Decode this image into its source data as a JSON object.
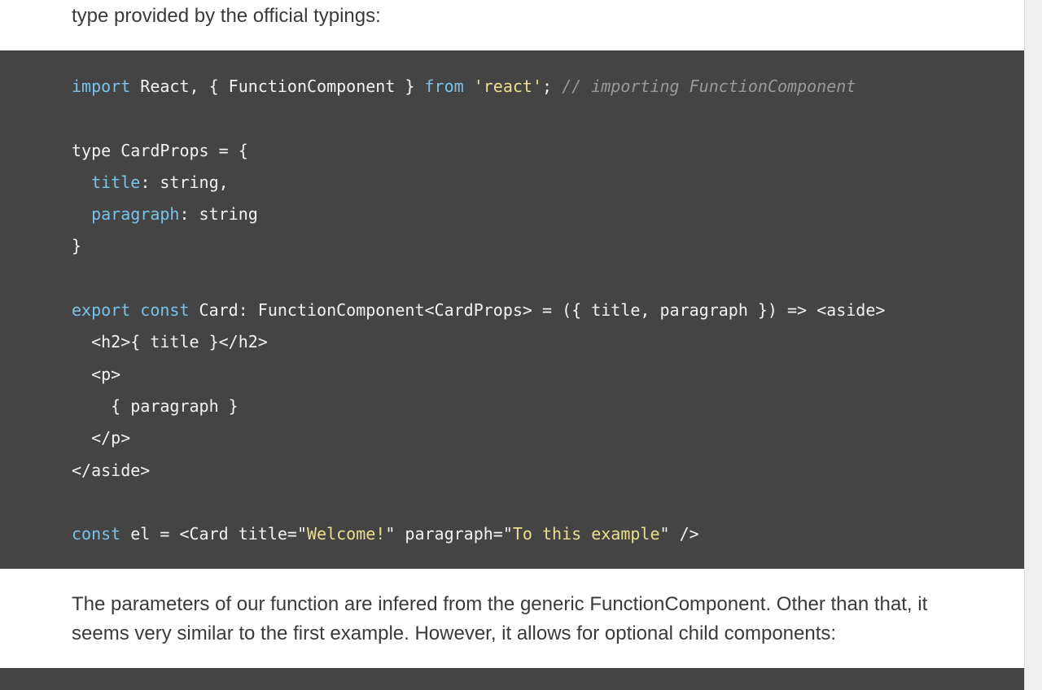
{
  "article": {
    "intro_text": "type provided by the official typings:",
    "outro_text": "The parameters of our function are infered from the generic FunctionComponent. Other than that, it seems very similar to the first example. However, it allows for optional child components:"
  },
  "code": {
    "l1": {
      "a": "import",
      "b": " React, { FunctionComponent } ",
      "c": "from",
      "d": " ",
      "e": "'react'",
      "f": "; ",
      "g": "// importing FunctionComponent"
    },
    "l3": "type CardProps = {",
    "l4": {
      "indent": "  ",
      "prop": "title",
      "rest": ": string,"
    },
    "l5": {
      "indent": "  ",
      "prop": "paragraph",
      "rest": ": string"
    },
    "l6": "}",
    "l8": {
      "a": "export",
      "b": " ",
      "c": "const",
      "d": " Card: FunctionComponent<CardProps> = ({ title, paragraph }) => <aside>"
    },
    "l9": "  <h2>{ title }</h2>",
    "l10": "  <p>",
    "l11": "    { paragraph }",
    "l12": "  </p>",
    "l13": "</aside>",
    "l15": {
      "a": "const",
      "b": " el = <Card title=\"",
      "c": "Welcome!",
      "d": "\" paragraph=\"",
      "e": "To this example",
      "f": "\" />"
    }
  },
  "colors": {
    "code_background": "#444444",
    "keyword": "#79c3e8",
    "string": "#ecdf8e",
    "comment": "#9a9a9a",
    "text": "#3a3a3a"
  }
}
